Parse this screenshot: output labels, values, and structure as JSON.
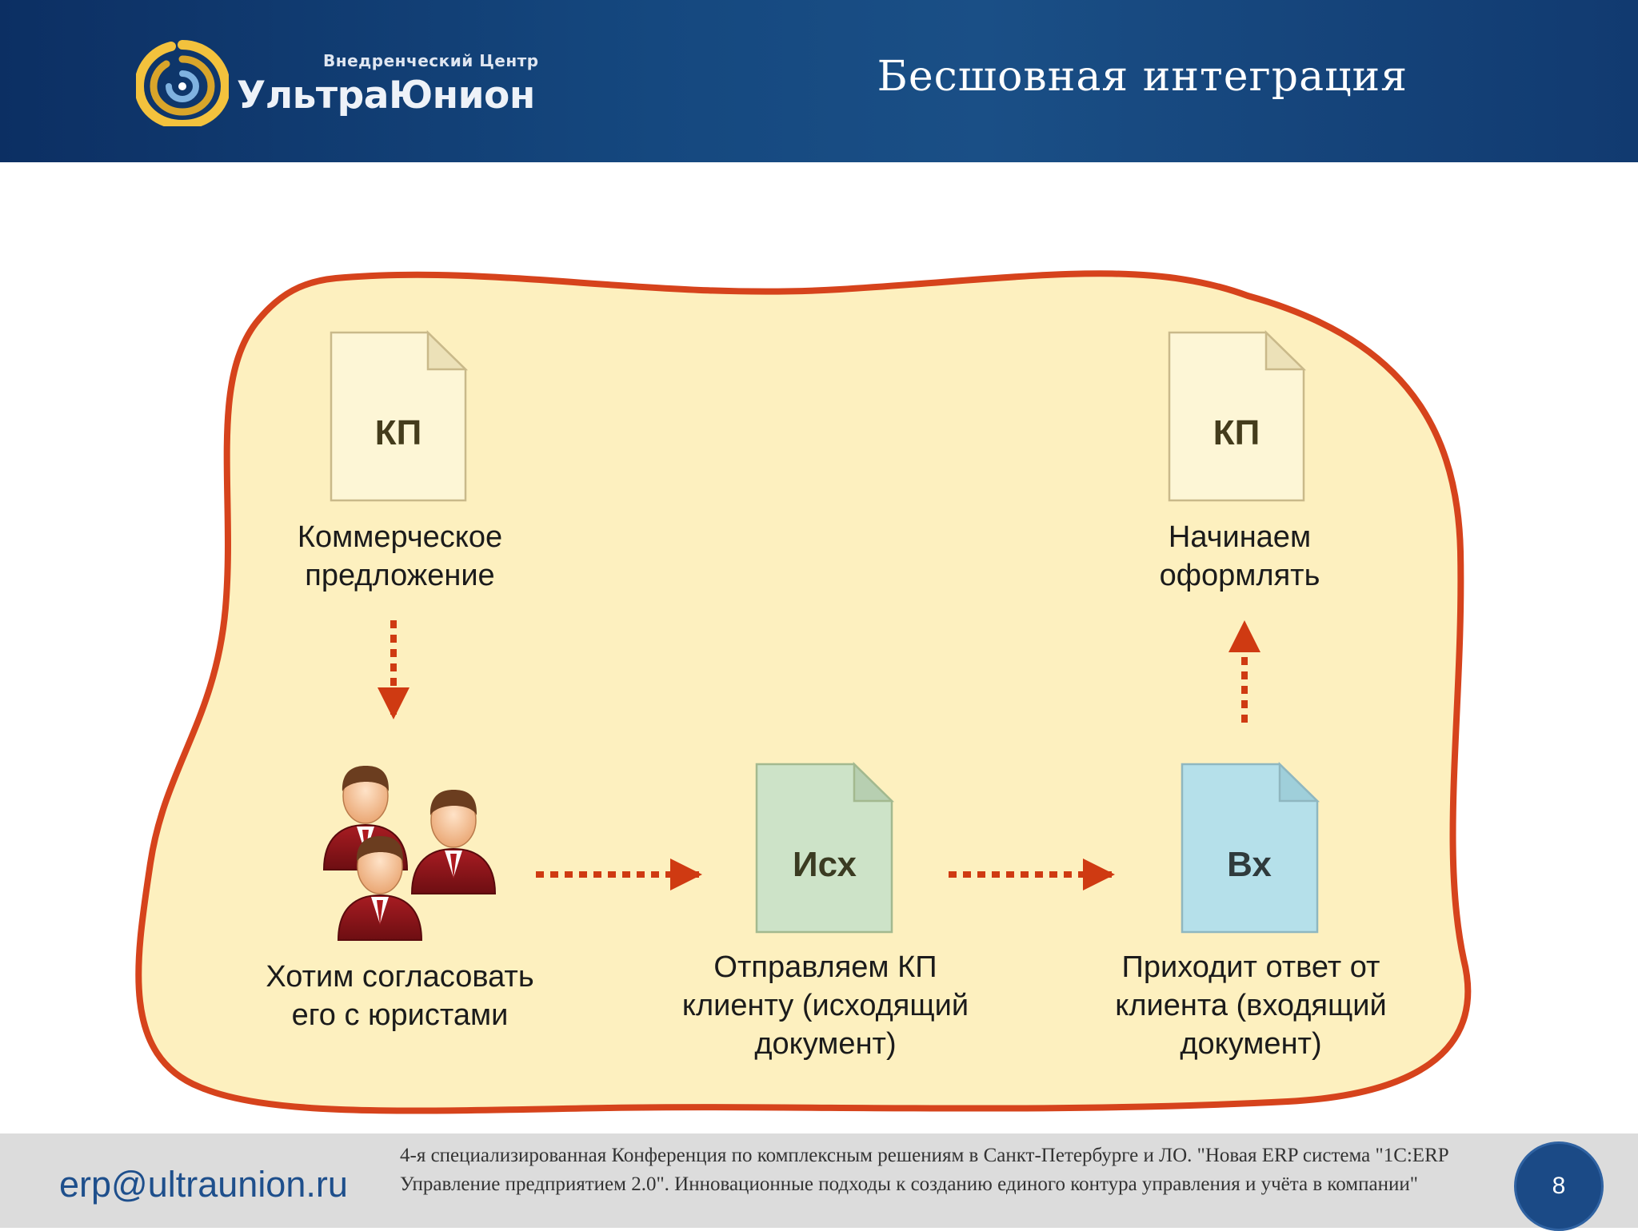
{
  "header": {
    "logo_sub": "Внедренческий Центр",
    "logo_name": "УльтраЮнион",
    "title": "Бесшовная интеграция"
  },
  "diagram": {
    "doc_kp1_label": "КП",
    "doc_kp2_label": "КП",
    "doc_out_label": "Исх",
    "doc_in_label": "Вх",
    "caption_commercial": [
      "Коммерческое",
      "предложение"
    ],
    "caption_start": [
      "Начинаем",
      "оформлять"
    ],
    "caption_lawyers": [
      "Хотим согласовать",
      "его с юристами"
    ],
    "caption_send": [
      "Отправляем КП",
      "клиенту (исходящий",
      "документ)"
    ],
    "caption_reply": [
      "Приходит ответ от",
      "клиента (входящий",
      "документ)"
    ]
  },
  "colors": {
    "header_bg": "#15487f",
    "blob_fill": "#fdf0bf",
    "blob_stroke": "#d6431c",
    "arrow": "#cf3a12",
    "doc_kp_fill": "#fdf6d6",
    "doc_out_fill": "#cde3c8",
    "doc_in_fill": "#b5e0ea",
    "footer_bg": "#dcdcdc",
    "email": "#1e4f8c",
    "page_badge": "#1b4a86"
  },
  "footer": {
    "email": "erp@ultraunion.ru",
    "note": "4-я специализированная Конференция  по комплексным  решениям  в Санкт-Петербурге и ЛО. \"Новая ERP система \"1С:ERP Управление предприятием 2.0\". Инновационные подходы к созданию единого контура управления и учёта  в компании\"",
    "page_number": "8"
  }
}
